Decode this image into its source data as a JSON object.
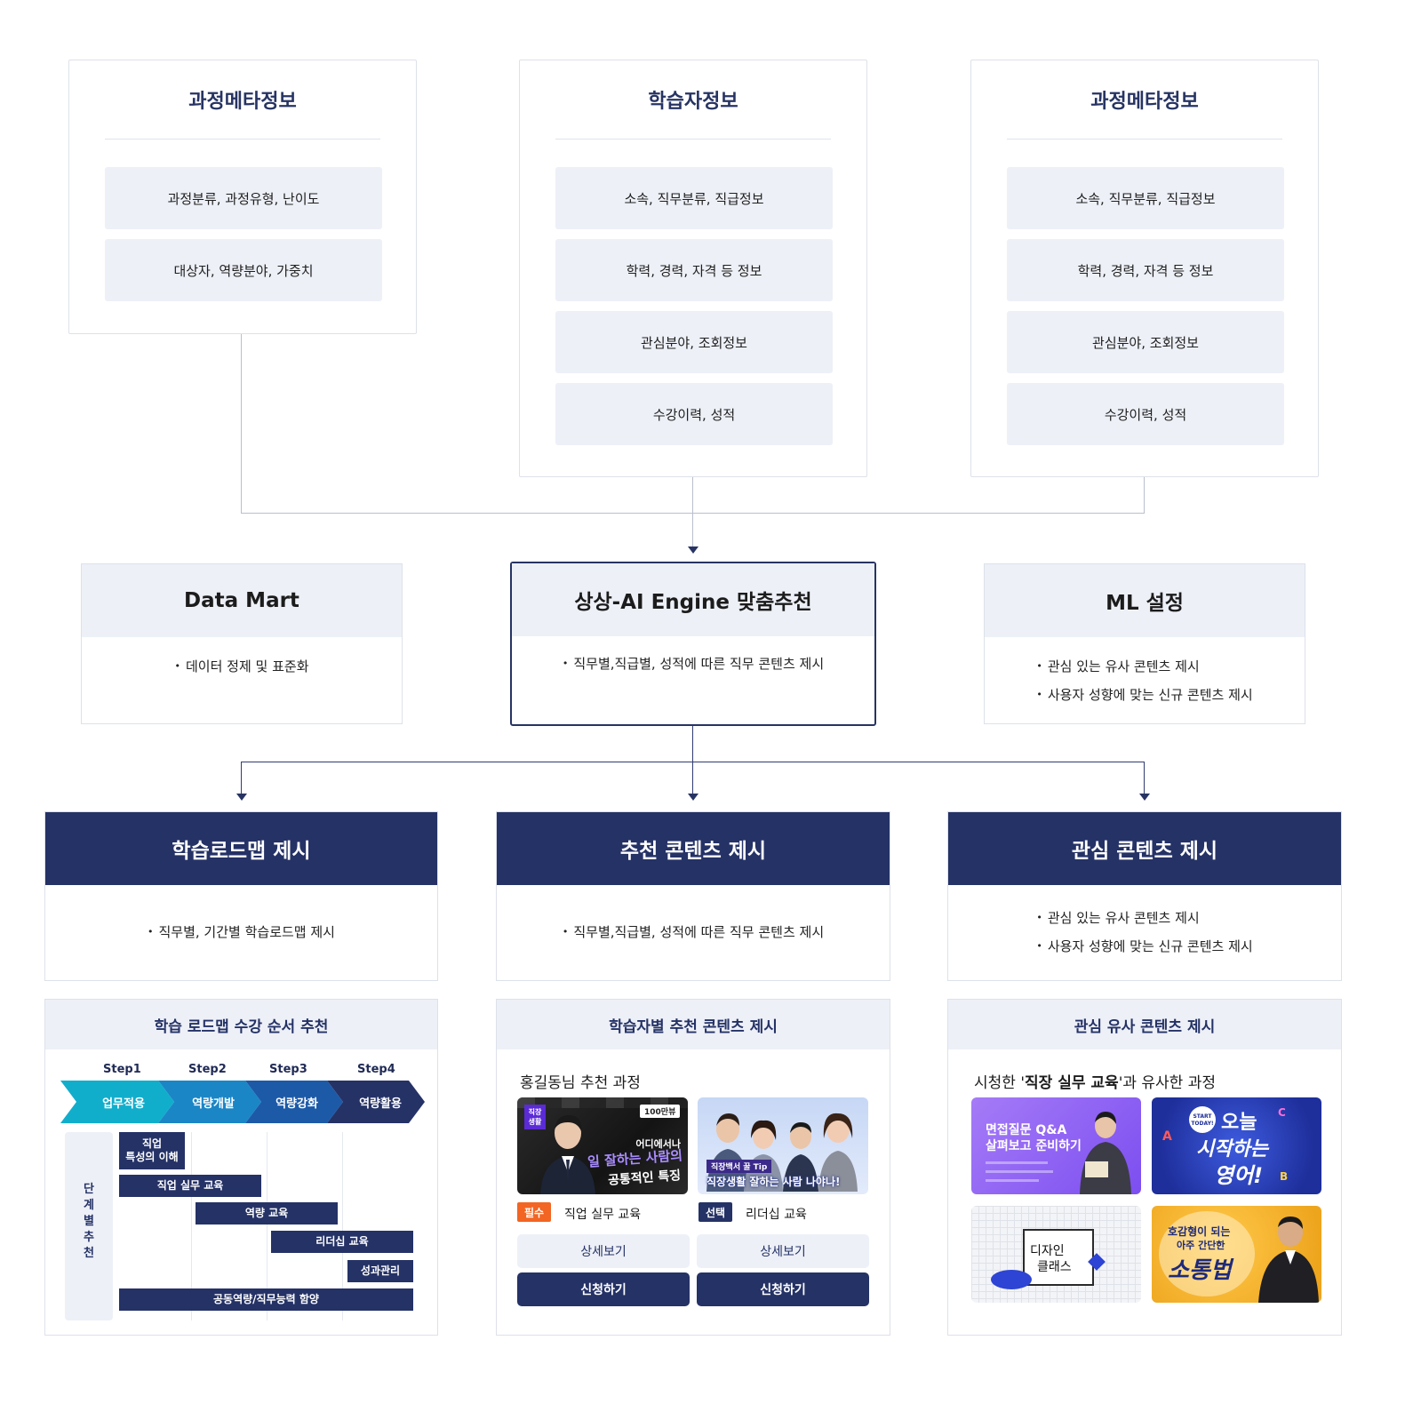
{
  "top": {
    "left": {
      "title": "과정메타정보",
      "items": [
        "과정분류, 과정유형, 난이도",
        "대상자, 역량분야, 가중치"
      ]
    },
    "center": {
      "title": "학습자정보",
      "items": [
        "소속, 직무분류, 직급정보",
        "학력, 경력, 자격 등 정보",
        "관심분야, 조회정보",
        "수강이력, 성적"
      ]
    },
    "right": {
      "title": "과정메타정보",
      "items": [
        "소속, 직무분류, 직급정보",
        "학력, 경력, 자격 등 정보",
        "관심분야, 조회정보",
        "수강이력, 성적"
      ]
    }
  },
  "middle": {
    "data_mart": {
      "title": "Data Mart",
      "bullets": [
        "데이터 정제 및 표준화"
      ]
    },
    "engine": {
      "title": "상상-AI Engine 맞춤추천",
      "bullets": [
        "직무별,직급별, 성적에 따른 직무 콘텐츠 제시"
      ]
    },
    "ml": {
      "title": "ML 설정",
      "bullets": [
        "관심 있는 유사 콘텐츠 제시",
        "사용자 성향에 맞는 신규 콘텐츠 제시"
      ]
    }
  },
  "outputs": {
    "roadmap": {
      "title": "학습로드맵 제시",
      "bullets": [
        "직무별, 기간별 학습로드맵 제시"
      ]
    },
    "recommend": {
      "title": "추천 콘텐츠 제시",
      "bullets": [
        "직무별,직급별, 성적에 따른 직무 콘텐츠 제시"
      ]
    },
    "interest": {
      "title": "관심 콘텐츠 제시",
      "bullets": [
        "관심 있는 유사 콘텐츠 제시",
        "사용자 성향에 맞는 신규 콘텐츠 제시"
      ]
    }
  },
  "roadmap_panel": {
    "title": "학습 로드맵 수강 순서 추천",
    "steps": [
      "Step1",
      "Step2",
      "Step3",
      "Step4"
    ],
    "stages": [
      "업무적용",
      "역량개발",
      "역량강화",
      "역량활용"
    ],
    "side_label": "단\n계\n별\n추\n천",
    "bars": [
      "직업\n특성의 이해",
      "직업 실무 교육",
      "역량 교육",
      "리더십 교육",
      "성과관리",
      "공동역량/직무능력 함양"
    ]
  },
  "recommend_panel": {
    "title": "학습자별 추천 콘텐츠 제시",
    "heading": "홍길동님 추천 과정",
    "courses": [
      {
        "tag": "필수",
        "tag_color": "#f26522",
        "name": "직업 실무 교육",
        "thumb_badge": "직장\n생활",
        "thumb_views": "100만뷰",
        "thumb_lines": [
          "어디에서나",
          "일 잘하는 사람의",
          "공통적인 특징"
        ],
        "detail": "상세보기",
        "apply": "신청하기"
      },
      {
        "tag": "선택",
        "tag_color": "#253266",
        "name": "리더십 교육",
        "thumb_lines": [
          "직장백서 꿀 Tip",
          "직장생활 잘하는 사람 나야나!"
        ],
        "detail": "상세보기",
        "apply": "신청하기"
      }
    ]
  },
  "interest_panel": {
    "title": "관심 유사 콘텐츠 제시",
    "heading_pre": "시청한 '",
    "heading_bold": "직장 실무 교육",
    "heading_post": "'과 유사한 과정",
    "thumbs": [
      {
        "lines": [
          "면접질문 Q&A",
          "살펴보고 준비하기"
        ],
        "bg": "#8b5cf6"
      },
      {
        "lines": [
          "오늘",
          "시작하는",
          "영어!"
        ],
        "badge": "START TODAY!",
        "bg": "#2741b8"
      },
      {
        "lines": [
          "디자인",
          "클래스"
        ],
        "bg": "#eef0f4"
      },
      {
        "lines": [
          "호감형이 되는",
          "아주 간단한",
          "소통법"
        ],
        "bg": "#f2b233"
      }
    ]
  },
  "colors": {
    "navy": "#253266",
    "light": "#edf0f7",
    "border": "#dde1ea",
    "orange": "#f26522"
  }
}
